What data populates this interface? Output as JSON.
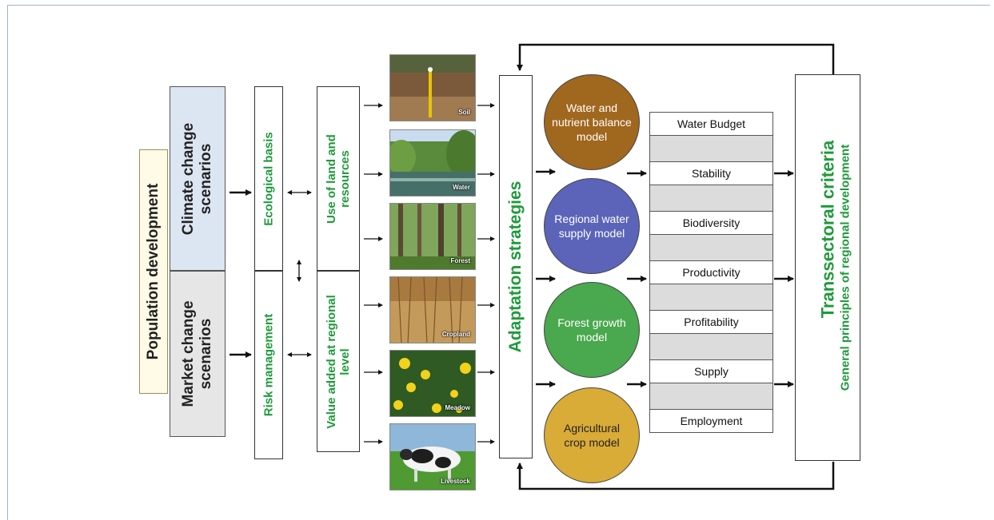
{
  "drivers": {
    "population": "Population development",
    "climate": "Climate change scenarios",
    "market": "Market change scenarios"
  },
  "basis": {
    "ecological": "Ecological basis",
    "risk": "Risk management"
  },
  "land_use": {
    "use": "Use of land and resources",
    "value": "Value added at regional level"
  },
  "resources": [
    {
      "label": "Soil"
    },
    {
      "label": "Water"
    },
    {
      "label": "Forest"
    },
    {
      "label": "Cropland"
    },
    {
      "label": "Meadow"
    },
    {
      "label": "Livestock"
    }
  ],
  "adaptation": "Adaptation strategies",
  "models": [
    {
      "label": "Water and nutrient balance model",
      "color": "#a0671e"
    },
    {
      "label": "Regional water supply model",
      "color": "#5b64b8"
    },
    {
      "label": "Forest growth model",
      "color": "#4aa84e"
    },
    {
      "label": "Agricultural crop model",
      "color": "#d9ab37"
    }
  ],
  "criteria": [
    "Water Budget",
    "Stability",
    "Biodiversity",
    "Productivity",
    "Profitability",
    "Supply",
    "Employment"
  ],
  "transsectoral": {
    "title": "Transsectoral criteria",
    "subtitle": "General principles of regional development"
  },
  "colors": {
    "accent_green": "#1f9a3b",
    "climate_fill": "#dce6f2",
    "market_fill": "#e6e6e6",
    "population_fill": "#fffbe6"
  }
}
